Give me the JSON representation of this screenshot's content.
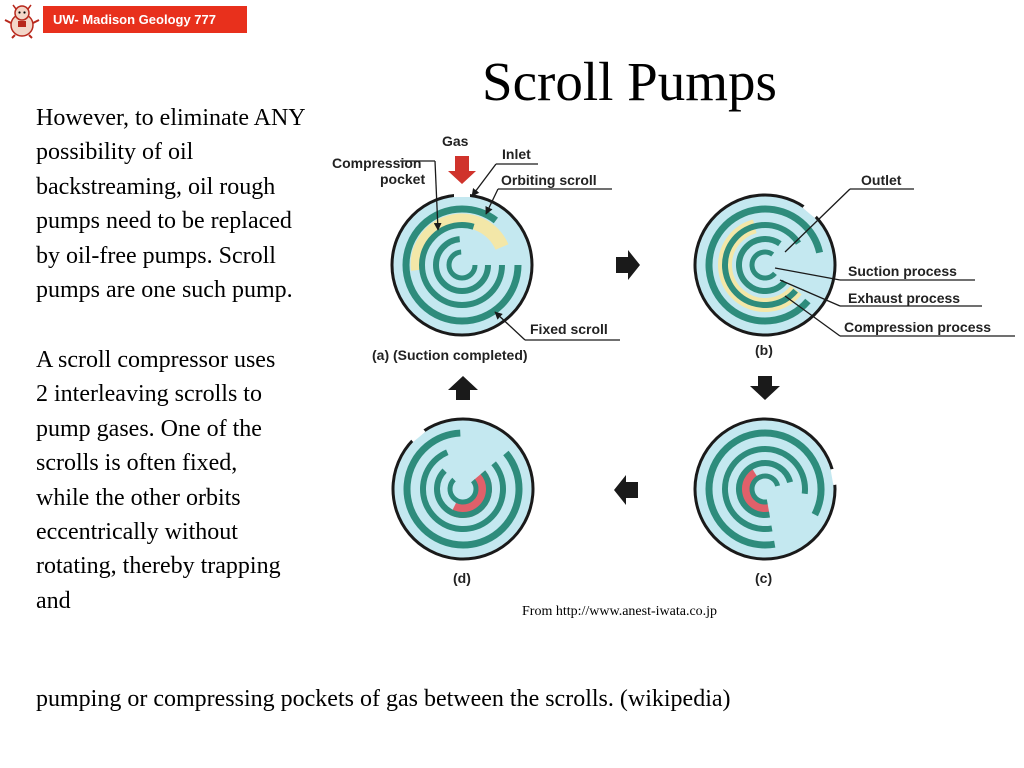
{
  "header": {
    "badge": "UW- Madison Geology  777"
  },
  "slide": {
    "title": "Scroll Pumps",
    "paragraph1": " However, to eliminate ANY possibility of oil backstreaming, oil rough pumps need to be replaced by oil-free pumps. Scroll pumps are one such pump.",
    "paragraph2": "A scroll compressor uses 2 interleaving scrolls to pump gases. One of the scrolls is often fixed, while the other orbits eccentrically without rotating, thereby trapping and",
    "paragraph2_end": "pumping or compressing pockets of gas between the scrolls. (wikipedia)",
    "credit": "From http://www.anest-iwata.co.jp"
  },
  "diagram": {
    "labels": {
      "gas": "Gas",
      "inlet": "Inlet",
      "compression_pocket_1": "Compression",
      "compression_pocket_2": "pocket",
      "orbiting_scroll": "Orbiting scroll",
      "fixed_scroll": "Fixed scroll",
      "outlet": "Outlet",
      "suction_process": "Suction process",
      "exhaust_process": "Exhaust process",
      "compression_process": "Compression process"
    },
    "captions": {
      "a": "(a) (Suction completed)",
      "b": "(b)",
      "c": "(c)",
      "d": "(d)"
    },
    "colors": {
      "disc_fill": "#c4e8f0",
      "disc_outline": "#1a1a1a",
      "scroll": "#2e8c7c",
      "pocket_suction": "#f3e7a8",
      "pocket_compression": "#e0606a",
      "arrow": "#1a1a1a",
      "inlet_arrow": "#d0332c",
      "badge": "#e8301c"
    }
  }
}
